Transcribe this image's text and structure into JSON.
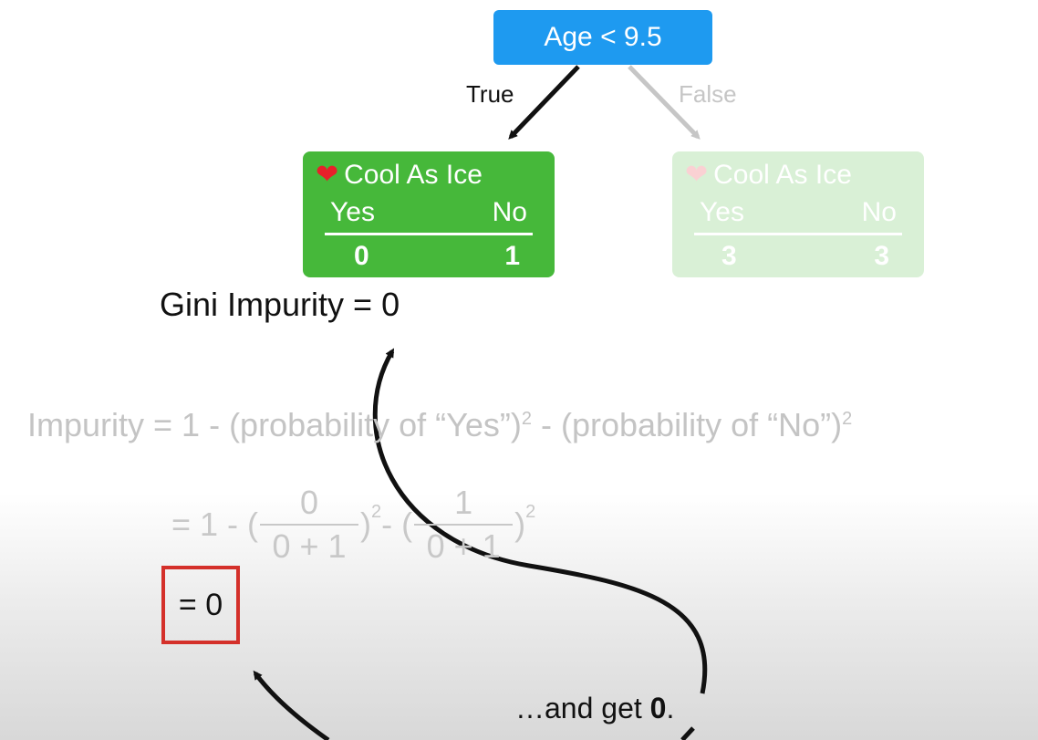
{
  "root": {
    "label": "Age < 9.5"
  },
  "edges": {
    "true_label": "True",
    "false_label": "False"
  },
  "left_leaf": {
    "title": "Cool As Ice",
    "icon": "heart-icon",
    "col_yes": "Yes",
    "col_no": "No",
    "count_yes": "0",
    "count_no": "1"
  },
  "right_leaf": {
    "title": "Cool As Ice",
    "icon": "heart-icon",
    "col_yes": "Yes",
    "col_no": "No",
    "count_yes": "3",
    "count_no": "3"
  },
  "gini_label": "Gini Impurity = 0",
  "formula": {
    "part1": "Impurity = 1 - (probability of “Yes”)",
    "part2": " - (probability of “No”)",
    "exp": "2"
  },
  "calc": {
    "prefix": "= 1 - (",
    "frac1_num": "0",
    "frac1_den": "0 + 1",
    "mid": ")",
    "minus": " - (",
    "frac2_num": "1",
    "frac2_den": "0 + 1",
    "close": ")",
    "exp": "2"
  },
  "result": "= 0",
  "caption": {
    "text": "…and get ",
    "bold": "0",
    "end": "."
  },
  "colors": {
    "root_blue": "#1e9af0",
    "leaf_green": "#46b83a",
    "box_red": "#d4302a",
    "heart_red": "#e8202a"
  }
}
